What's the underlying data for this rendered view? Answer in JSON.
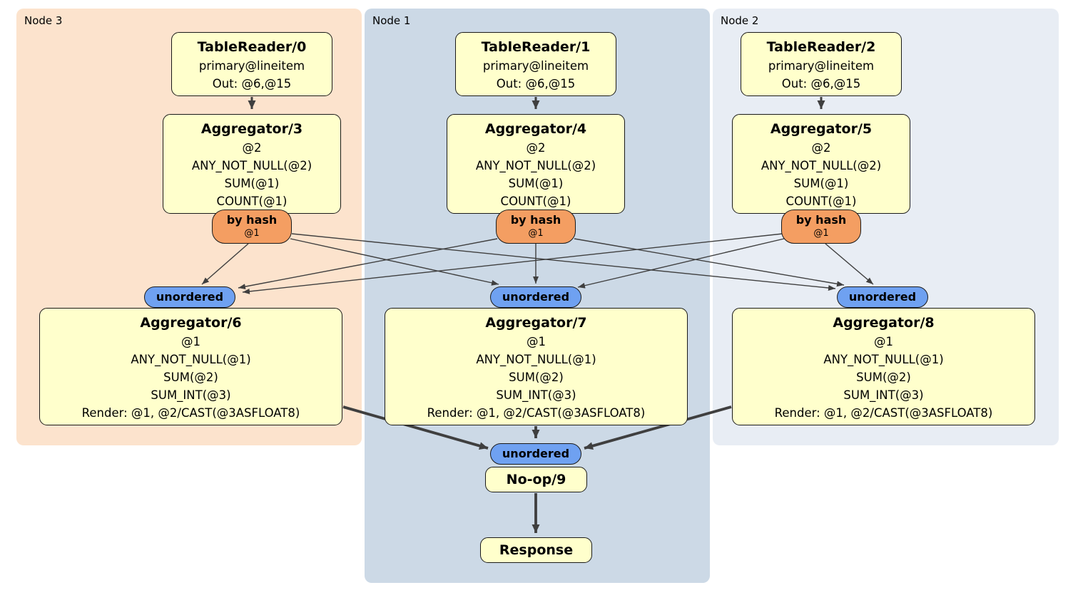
{
  "colors": {
    "page_bg": "#ffffff",
    "node3_bg": "#fce3cd",
    "node1_bg": "#ccd9e6",
    "node2_bg": "#e8edf4",
    "box_fill": "#ffffcc",
    "box_border": "#1a1a1a",
    "router_fill": "#f49e62",
    "sync_fill": "#6fa1f1",
    "edge_color": "#3f3f3f",
    "text_color": "#000000"
  },
  "groups": {
    "node3": {
      "label": "Node 3"
    },
    "node1": {
      "label": "Node 1"
    },
    "node2": {
      "label": "Node 2"
    }
  },
  "processors": {
    "tr0": {
      "title": "TableReader/0",
      "lines": [
        "primary@lineitem",
        "Out: @6,@15"
      ]
    },
    "tr1": {
      "title": "TableReader/1",
      "lines": [
        "primary@lineitem",
        "Out: @6,@15"
      ]
    },
    "tr2": {
      "title": "TableReader/2",
      "lines": [
        "primary@lineitem",
        "Out: @6,@15"
      ]
    },
    "agg3": {
      "title": "Aggregator/3",
      "lines": [
        "@2",
        "ANY_NOT_NULL(@2)",
        "SUM(@1)",
        "COUNT(@1)"
      ]
    },
    "agg4": {
      "title": "Aggregator/4",
      "lines": [
        "@2",
        "ANY_NOT_NULL(@2)",
        "SUM(@1)",
        "COUNT(@1)"
      ]
    },
    "agg5": {
      "title": "Aggregator/5",
      "lines": [
        "@2",
        "ANY_NOT_NULL(@2)",
        "SUM(@1)",
        "COUNT(@1)"
      ]
    },
    "agg6": {
      "title": "Aggregator/6",
      "lines": [
        "@1",
        "ANY_NOT_NULL(@1)",
        "SUM(@2)",
        "SUM_INT(@3)",
        "Render: @1, @2/CAST(@3ASFLOAT8)"
      ]
    },
    "agg7": {
      "title": "Aggregator/7",
      "lines": [
        "@1",
        "ANY_NOT_NULL(@1)",
        "SUM(@2)",
        "SUM_INT(@3)",
        "Render: @1, @2/CAST(@3ASFLOAT8)"
      ]
    },
    "agg8": {
      "title": "Aggregator/8",
      "lines": [
        "@1",
        "ANY_NOT_NULL(@1)",
        "SUM(@2)",
        "SUM_INT(@3)",
        "Render: @1, @2/CAST(@3ASFLOAT8)"
      ]
    },
    "noop9": {
      "title": "No-op/9"
    },
    "response": {
      "title": "Response"
    }
  },
  "routers": {
    "hash3": {
      "label": "by hash",
      "detail": "@1"
    },
    "hash4": {
      "label": "by hash",
      "detail": "@1"
    },
    "hash5": {
      "label": "by hash",
      "detail": "@1"
    }
  },
  "syncs": {
    "sync6": {
      "label": "unordered"
    },
    "sync7": {
      "label": "unordered"
    },
    "sync8": {
      "label": "unordered"
    },
    "sync9": {
      "label": "unordered"
    }
  }
}
